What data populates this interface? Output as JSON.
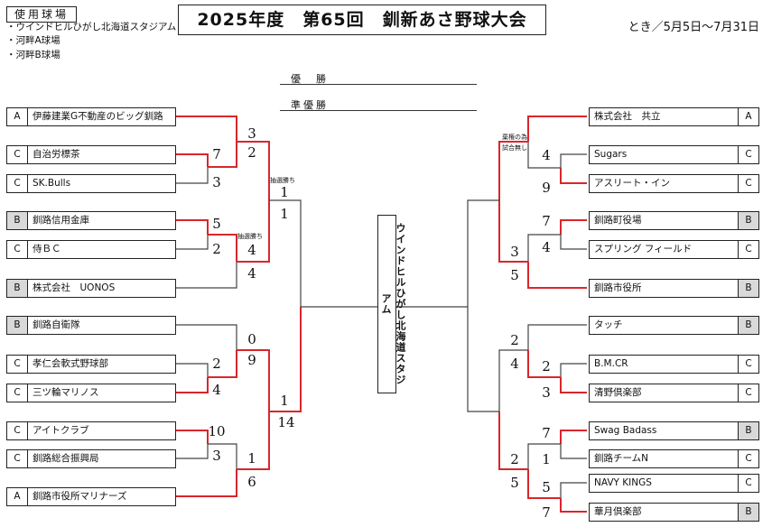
{
  "venue_header": "使用球場",
  "venues": [
    "・ウインドヒルひがし北海道スタジアム",
    "・河畔A球場",
    "・河畔B球場"
  ],
  "title": "2025年度　第65回　釧新あさ野球大会",
  "dates": "とき／5月5日〜7月31日",
  "results": {
    "champion_label": "優　勝",
    "runner_up_label": "準優勝"
  },
  "stadium": "ウインドヒルひがし北海道スタジアム",
  "colors": {
    "winner_line": "#d9262c",
    "loser_line": "#444444",
    "class_shade": "#d9d9d9"
  },
  "left_teams": [
    {
      "cls": "A",
      "name": "伊藤建業G不動産のビッグ釧路",
      "shaded": false
    },
    {
      "cls": "C",
      "name": "自治労標茶",
      "shaded": false
    },
    {
      "cls": "C",
      "name": "SK.Bulls",
      "shaded": false
    },
    {
      "cls": "B",
      "name": "釧路信用金庫",
      "shaded": true
    },
    {
      "cls": "C",
      "name": "侍ＢＣ",
      "shaded": false
    },
    {
      "cls": "B",
      "name": "株式会社　UONOS",
      "shaded": true
    },
    {
      "cls": "B",
      "name": "釧路自衛隊",
      "shaded": true
    },
    {
      "cls": "C",
      "name": "孝仁会軟式野球部",
      "shaded": false
    },
    {
      "cls": "C",
      "name": "三ツ輪マリノス",
      "shaded": false
    },
    {
      "cls": "C",
      "name": "アイトクラブ",
      "shaded": false
    },
    {
      "cls": "C",
      "name": "釧路総合振興局",
      "shaded": false
    },
    {
      "cls": "A",
      "name": "釧路市役所マリナーズ",
      "shaded": false
    }
  ],
  "right_teams": [
    {
      "cls": "A",
      "name": "株式会社　共立",
      "shaded": false
    },
    {
      "cls": "C",
      "name": "Sugars",
      "shaded": false
    },
    {
      "cls": "C",
      "name": "アスリート・イン",
      "shaded": false
    },
    {
      "cls": "B",
      "name": "釧路町役場",
      "shaded": true
    },
    {
      "cls": "C",
      "name": "スプリング フィールド",
      "shaded": false
    },
    {
      "cls": "B",
      "name": "釧路市役所",
      "shaded": true
    },
    {
      "cls": "B",
      "name": "タッチ",
      "shaded": true
    },
    {
      "cls": "C",
      "name": "B.M.CR",
      "shaded": false
    },
    {
      "cls": "C",
      "name": "清野倶楽部",
      "shaded": false
    },
    {
      "cls": "B",
      "name": "Swag Badass",
      "shaded": true
    },
    {
      "cls": "C",
      "name": "釧路チームN",
      "shaded": false
    },
    {
      "cls": "C",
      "name": "NAVY KINGS",
      "shaded": false
    },
    {
      "cls": "B",
      "name": "華月倶楽部",
      "shaded": true
    }
  ],
  "scores_left": {
    "r1_a": "7",
    "r1_b": "3",
    "r1_c": "5",
    "r1_d": "2",
    "r1_e": "2",
    "r1_f": "4",
    "r1_g": "10",
    "r1_h": "3",
    "r2_a": "3",
    "r2_b": "2",
    "r2_c": "4",
    "r2_d": "4",
    "r2_e": "0",
    "r2_f": "9",
    "r2_g": "1",
    "r2_h": "6",
    "qf_a": "1",
    "qf_b": "1",
    "qf_c": "1",
    "qf_d": "14"
  },
  "scores_right": {
    "r1_a": "4",
    "r1_b": "9",
    "r1_c": "7",
    "r1_d": "4",
    "r1_e": "2",
    "r1_f": "3",
    "r1_g": "7",
    "r1_h": "1",
    "r1_i": "5",
    "r1_j": "7",
    "r2_a": "3",
    "r2_b": "5",
    "r2_c": "2",
    "r2_d": "4",
    "r2_e": "2",
    "r2_f": "5"
  },
  "notes": {
    "lottery_1": "抽選勝ち",
    "lottery_2": "抽選勝ち",
    "forfeit_1": "棄権の為",
    "forfeit_2": "試合無し"
  }
}
